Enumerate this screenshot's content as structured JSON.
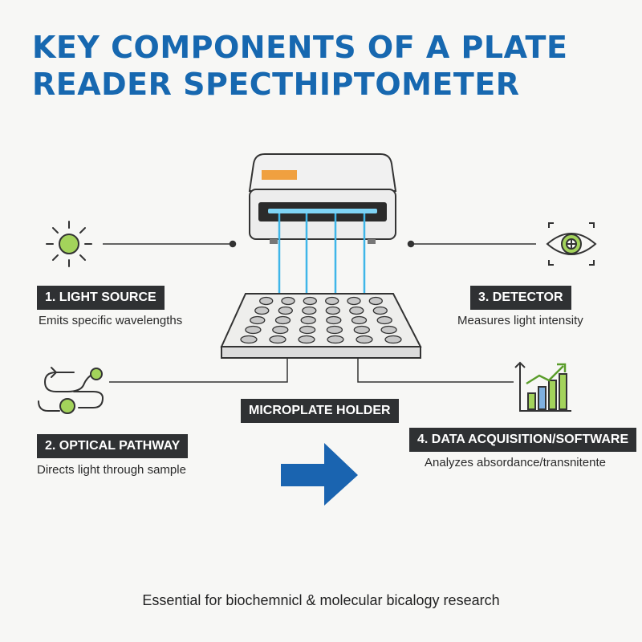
{
  "title": {
    "line1": "KEY COMPONENTS OF A PLATE",
    "line2": "READER SPECTHIPTOMETER"
  },
  "components": {
    "light_source": {
      "label": "1. LIGHT SOURCE",
      "description": "Emits specific wavelengths",
      "icon": "sun-icon"
    },
    "optical_pathway": {
      "label": "2. OPTICAL PATHWAY",
      "description": "Directs light through sample",
      "icon": "pathway-icon"
    },
    "detector": {
      "label": "3. DETECTOR",
      "description": "Measures light intensity",
      "icon": "eye-detector-icon"
    },
    "data_acquisition": {
      "label": "4. DATA ACQUISITION/SOFTWARE",
      "description": "Analyzes absordance/transnitente",
      "icon": "bar-chart-trend-icon"
    },
    "microplate_holder": {
      "label": "MICROPLATE HOLDER"
    }
  },
  "footer": "Essential for biochemnicl & molecular bicalogy research",
  "colors": {
    "title_blue": "#1768b0",
    "accent_green": "#a3d35b",
    "light_beam": "#3fb6e8",
    "label_bg": "#2f3133",
    "arrow_blue": "#1a64b0",
    "orange_panel": "#f0a040"
  }
}
